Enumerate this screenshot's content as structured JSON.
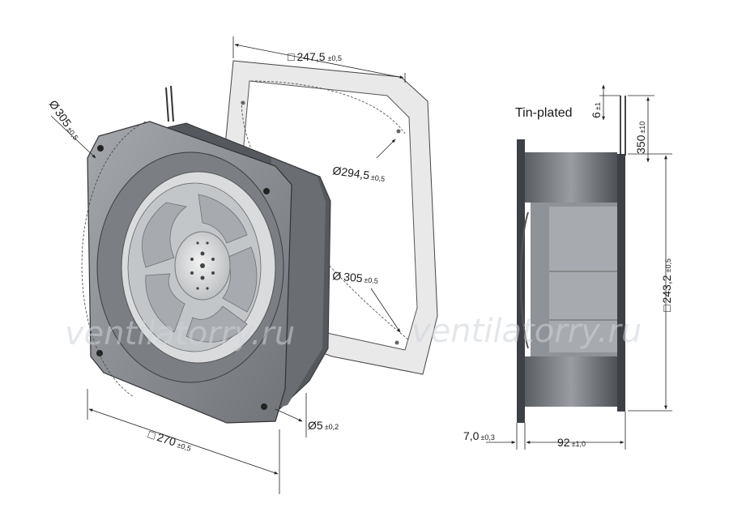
{
  "dimensions": {
    "frame_square": {
      "symbol": "□",
      "value": "247,5",
      "tol": "±0,5"
    },
    "frame_inner_diameter": {
      "symbol": "Ø",
      "value": "294,5",
      "tol": "±0,5"
    },
    "frame_outer_diameter": {
      "symbol": "Ø",
      "value": "305",
      "tol": "±0,5"
    },
    "fan_diameter": {
      "symbol": "Ø",
      "value": "305",
      "tol": "±0,5"
    },
    "fan_square": {
      "symbol": "□",
      "value": "270",
      "tol": "±0,5"
    },
    "hole_diameter": {
      "symbol": "Ø",
      "value": "5",
      "tol": "±0,2"
    },
    "lead_length": {
      "value": "350",
      "tol": "±10"
    },
    "lead_strip": {
      "value": "6",
      "tol": "±1"
    },
    "side_height": {
      "symbol": "□",
      "value": "243,2",
      "tol": "±0,5"
    },
    "flange_thickness": {
      "value": "7,0",
      "tol": "±0,3"
    },
    "depth": {
      "value": "92",
      "tol": "±1,0"
    }
  },
  "labels": {
    "tin_plated": "Tin-plated"
  },
  "watermark": {
    "left": "ventilatorry.ru",
    "right": "ventilatorry.ru"
  },
  "colors": {
    "fan_body": "#8e9196",
    "fan_dark": "#5c5f64",
    "frame_gasket": "#e8e8e8",
    "line": "#222222"
  }
}
